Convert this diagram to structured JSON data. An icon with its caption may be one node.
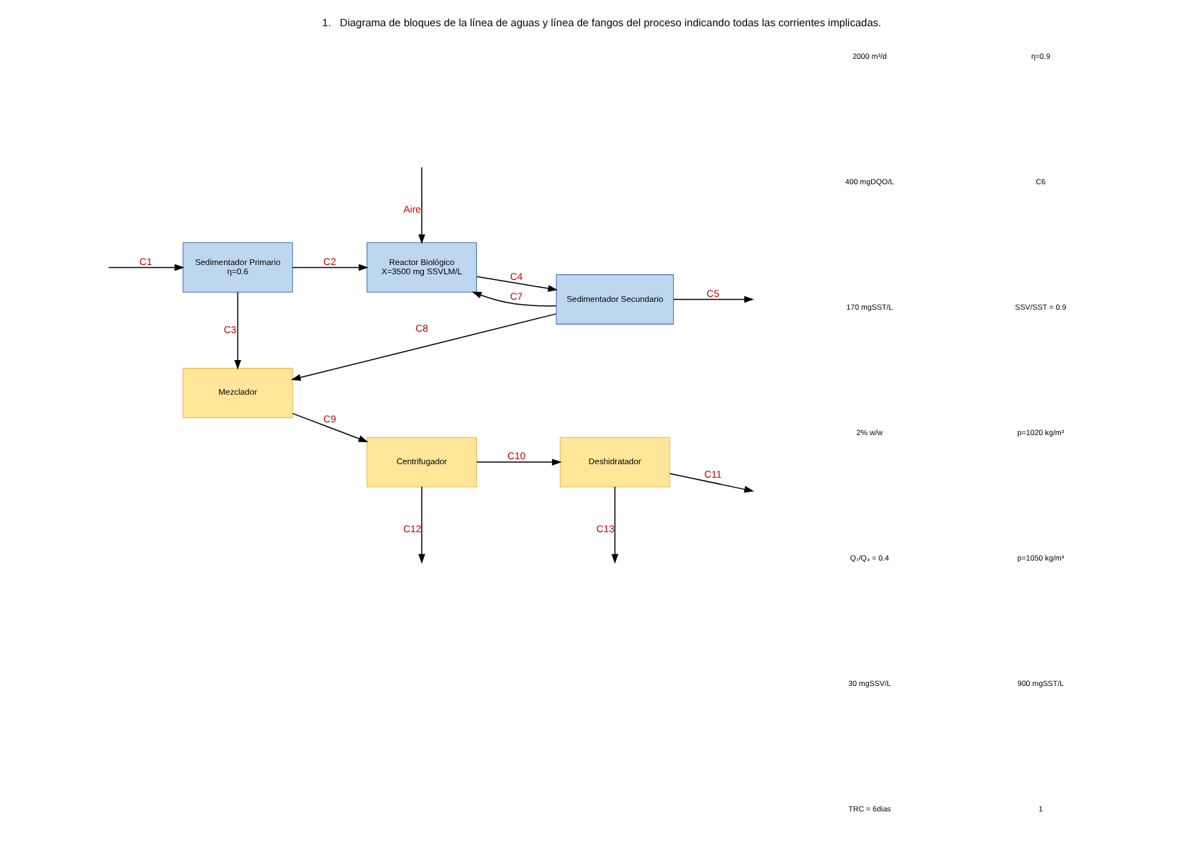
{
  "diagram": {
    "title": "1.   Diagrama de bloques de la línea de aguas y línea de fangos del proceso indicando todas las corrientes implicadas.",
    "nodes": [
      {
        "text": [
          "Sedimentador Primario",
          "η=0.6"
        ]
      },
      {
        "text": [
          "Reactor Biológico",
          "X=3500 mg SSVLM/L"
        ]
      },
      {
        "text": [
          "Sedimentador Secundario"
        ]
      },
      {
        "text": [
          "Mezclador"
        ]
      },
      {
        "text": [
          "Centrifugador"
        ]
      },
      {
        "text": [
          "Deshidratador"
        ]
      }
    ],
    "edges": [
      {
        "from": null,
        "to": 0,
        "arrow": "to",
        "label": "C1"
      },
      {
        "from": null,
        "to": 1,
        "arrow": "to",
        "label": "Aire"
      },
      {
        "from": 0,
        "to": 1,
        "arrow": "to",
        "label": "C2"
      },
      {
        "from": 0,
        "to": 3,
        "arrow": "to",
        "label": "C3"
      },
      {
        "from": 1,
        "to": 2,
        "arrow": "to",
        "label": "C4"
      },
      {
        "from": 2,
        "to": null,
        "arrow": "to",
        "label": "C5"
      },
      {
        "from": 2,
        "to": 1,
        "arrow": "to",
        "label": "C7"
      },
      {
        "from": 2,
        "to": 3,
        "arrow": "to",
        "label": "C8"
      },
      {
        "from": 3,
        "to": 4,
        "arrow": "to",
        "label": "C9"
      },
      {
        "from": 4,
        "to": 5,
        "arrow": "to",
        "label": "C10"
      },
      {
        "from": 5,
        "to": null,
        "arrow": "to",
        "label": "C11"
      },
      {
        "from": 4,
        "to": null,
        "arrow": "to",
        "label": "C12"
      },
      {
        "from": 5,
        "to": null,
        "arrow": "to",
        "label": "C13"
      }
    ],
    "labels": [
      "2000 m³/d",
      "400 mgDQO/L",
      "170 mgSST/L",
      "2% w/w",
      "Q₇/Q₄ = 0.4",
      "30 mgSSV/L",
      "TRC = 6dias",
      "η=0.9",
      "C6",
      "SSV/SST = 0.9",
      "p=1020 kg/m³",
      "p=1050 kg/m³",
      "900 mgSST/L",
      "1"
    ]
  }
}
